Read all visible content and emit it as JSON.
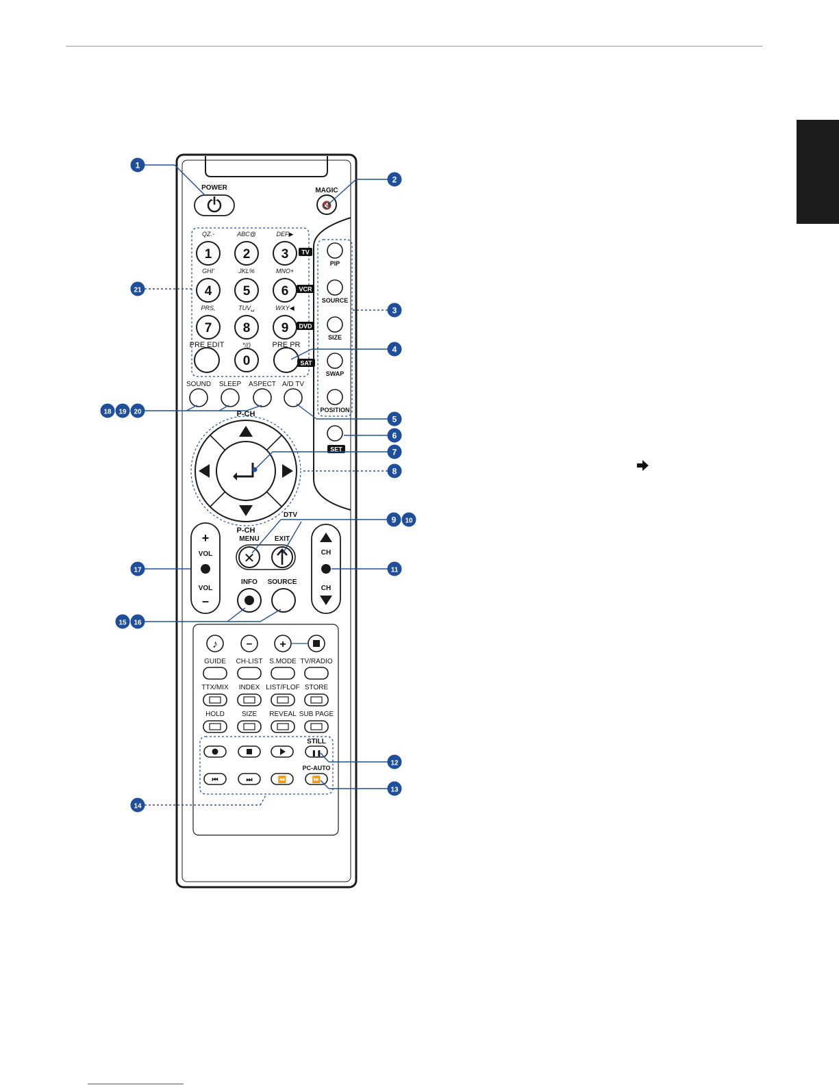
{
  "colors": {
    "callout": "#1f4f9a",
    "body_outline": "#1a1a1a",
    "side_tab": "#1c1c1c",
    "rule": "#9a9a9a"
  },
  "remote": {
    "top_buttons": {
      "power": "POWER",
      "magic": "MAGIC"
    },
    "keypad": [
      {
        "digit": "1",
        "letters": "QZ.-"
      },
      {
        "digit": "2",
        "letters": "ABC@"
      },
      {
        "digit": "3",
        "letters": "DEF▶"
      },
      {
        "digit": "4",
        "letters": "GHI'"
      },
      {
        "digit": "5",
        "letters": "JKL%"
      },
      {
        "digit": "6",
        "letters": "MNO+"
      },
      {
        "digit": "7",
        "letters": "PRS,"
      },
      {
        "digit": "8",
        "letters": "TUV␣"
      },
      {
        "digit": "9",
        "letters": "WXY◀"
      },
      {
        "digit": "0",
        "letters": "*/()"
      }
    ],
    "mode_tags": {
      "tv": "TV",
      "vcr": "VCR",
      "dvd": "DVD",
      "sat": "SAT",
      "set": "SET"
    },
    "pre_edit": "PRE EDIT",
    "pre_pr": "PRE PR",
    "side_buttons": [
      "PIP",
      "SOURCE",
      "SIZE",
      "SWAP",
      "POSITION"
    ],
    "row_buttons": [
      "SOUND",
      "SLEEP",
      "ASPECT",
      "A/D TV"
    ],
    "dpad": {
      "top_label": "P-CH",
      "bottom_label": "P-CH"
    },
    "dtv": "DTV",
    "menu": "MENU",
    "exit": "EXIT",
    "vol": {
      "label_top": "VOL",
      "label_bottom": "VOL",
      "plus": "+",
      "minus": "–"
    },
    "ch": {
      "label_top": "CH",
      "label_bottom": "CH"
    },
    "info": "INFO",
    "source2": "SOURCE",
    "lower_rows": [
      [
        "GUIDE",
        "CH-LIST",
        "S.MODE",
        "TV/RADIO"
      ],
      [
        "TTX/MIX",
        "INDEX",
        "LIST/FLOF",
        "STORE"
      ],
      [
        "HOLD",
        "SIZE",
        "REVEAL",
        "SUB PAGE"
      ]
    ],
    "still": "STILL",
    "pc_auto": "PC-AUTO"
  },
  "callouts": [
    {
      "label": "1"
    },
    {
      "label": "2"
    },
    {
      "label": "3"
    },
    {
      "label": "4"
    },
    {
      "label": "5"
    },
    {
      "label": "6"
    },
    {
      "label": "7"
    },
    {
      "label": "8"
    },
    {
      "label": "9"
    },
    {
      "label": "10"
    },
    {
      "label": "11"
    },
    {
      "label": "12"
    },
    {
      "label": "13"
    },
    {
      "label": "14"
    },
    {
      "label": "15"
    },
    {
      "label": "16"
    },
    {
      "label": "17"
    },
    {
      "label": "18"
    },
    {
      "label": "19"
    },
    {
      "label": "20"
    },
    {
      "label": "21"
    }
  ]
}
